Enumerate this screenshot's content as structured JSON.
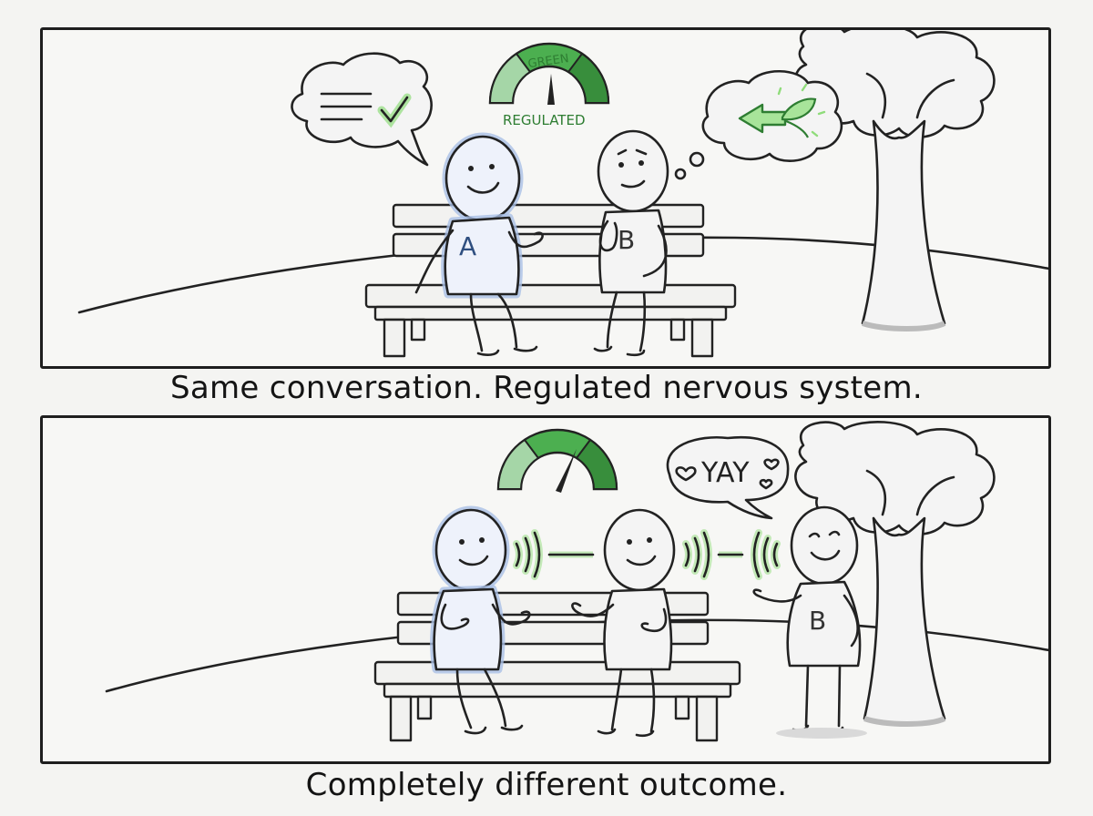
{
  "panels": [
    {
      "gauge_top_label": "GREEN",
      "gauge_bottom_label": "REGULATED",
      "person_a_label": "A",
      "person_b_label": "B",
      "caption": "Same conversation. Regulated nervous system."
    },
    {
      "speech_text": "YAY",
      "person_b_label": "B",
      "caption": "Completely different outcome."
    }
  ],
  "colors": {
    "ink": "#222222",
    "gauge_green": "#4caf50",
    "gauge_light_green": "#a5d6a7",
    "glow_green": "#8fdc7a",
    "person_a_blue": "#a9bfe6"
  },
  "icons": {
    "thought_message": "checklist-with-checkmark-icon",
    "thought_calm": "leaf-arrow-icon",
    "gauge": "gauge-meter-icon",
    "sound": "sound-wave-icon",
    "heart": "heart-icon"
  }
}
